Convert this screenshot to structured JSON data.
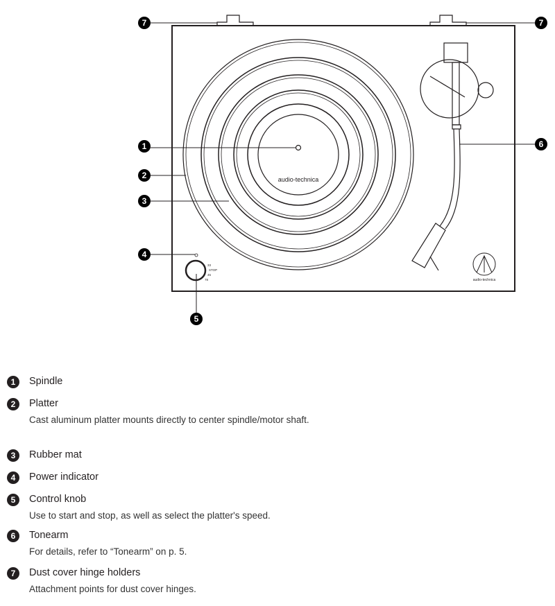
{
  "brand": "audio-technica",
  "knob_labels": [
    "33",
    "STOP",
    "45",
    "78"
  ],
  "callouts": [
    "1",
    "2",
    "3",
    "4",
    "5",
    "6",
    "7"
  ],
  "items": [
    {
      "num": "1",
      "title": "Spindle",
      "desc": ""
    },
    {
      "num": "2",
      "title": "Platter",
      "desc": "Cast aluminum platter mounts directly to center spindle/motor shaft."
    },
    {
      "num": "3",
      "title": "Rubber mat",
      "desc": ""
    },
    {
      "num": "4",
      "title": "Power indicator",
      "desc": ""
    },
    {
      "num": "5",
      "title": "Control knob",
      "desc": "Use to start and stop, as well as select the platter's speed."
    },
    {
      "num": "6",
      "title": "Tonearm",
      "desc": "For details, refer to “Tonearm” on p. 5."
    },
    {
      "num": "7",
      "title": "Dust cover hinge holders",
      "desc": "Attachment points for dust cover hinges."
    }
  ]
}
